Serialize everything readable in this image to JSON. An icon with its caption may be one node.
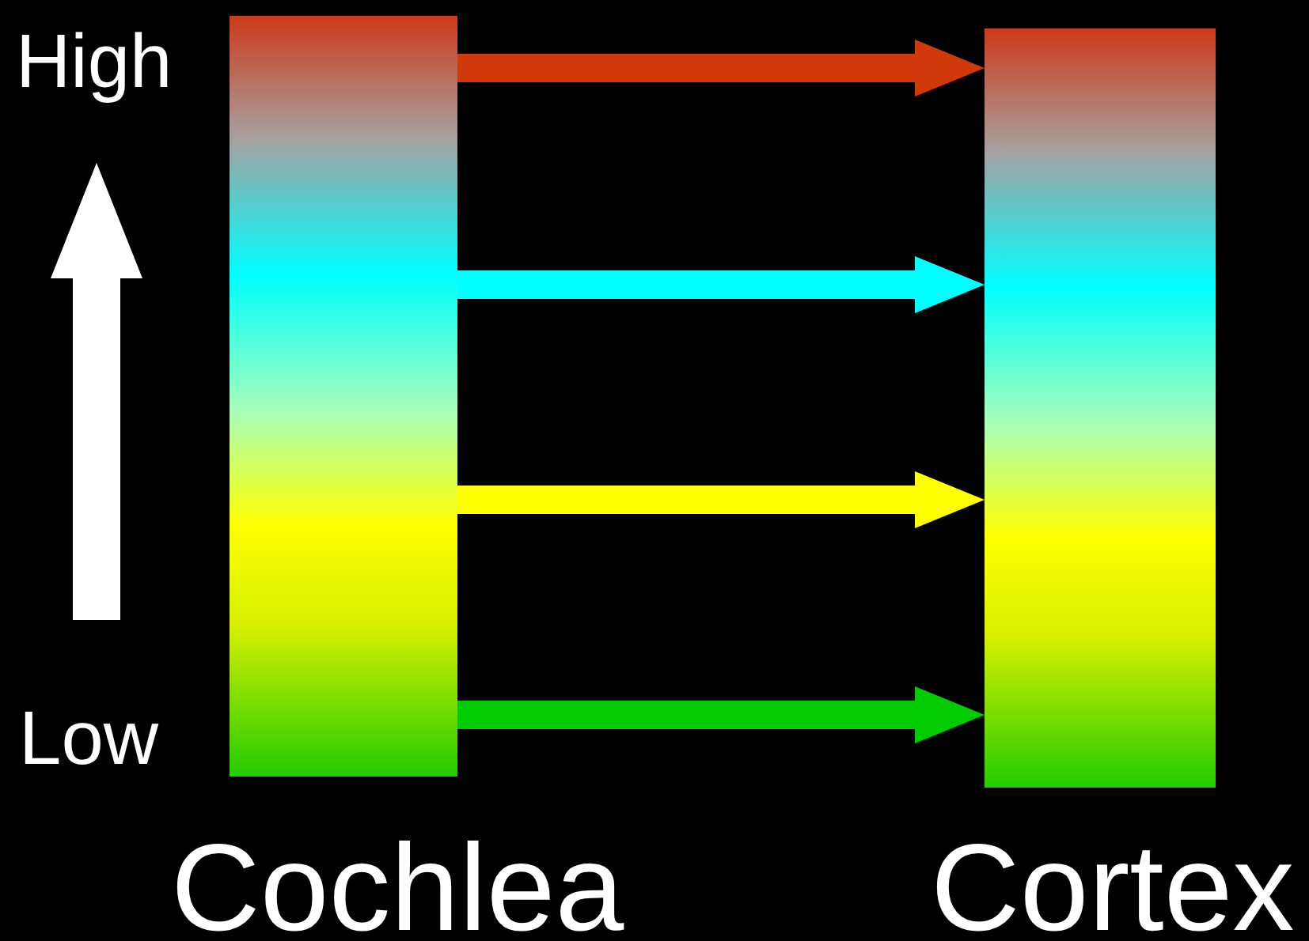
{
  "diagram": {
    "nodes": [
      {
        "text": [
          "Cochlea"
        ]
      },
      {
        "text": [
          "Cortex"
        ]
      }
    ],
    "edges": [
      {
        "from": 0,
        "to": 1,
        "arrow": "to",
        "color": "#d03a0a"
      },
      {
        "from": 0,
        "to": 1,
        "arrow": "to",
        "color": "#00ffff"
      },
      {
        "from": 0,
        "to": 1,
        "arrow": "to",
        "color": "#ffff00"
      },
      {
        "from": 0,
        "to": 1,
        "arrow": "to",
        "color": "#00cc00"
      }
    ],
    "labels": [
      "High",
      "Low"
    ]
  }
}
